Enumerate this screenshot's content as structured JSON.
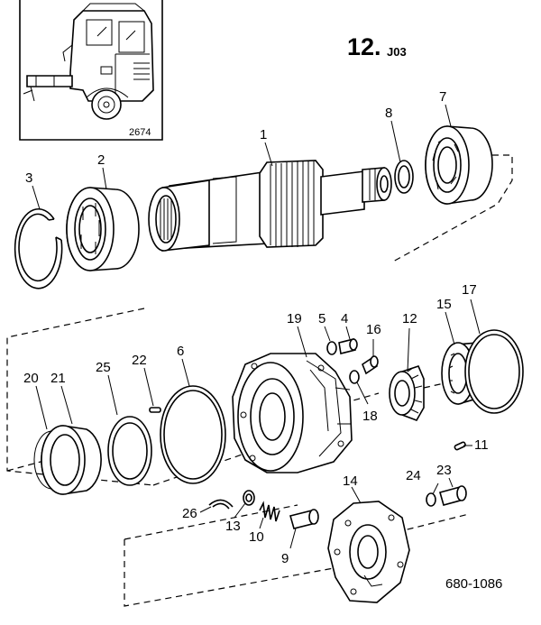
{
  "header": {
    "section": "12.",
    "sub": "J03"
  },
  "inset": {
    "ref": "2674"
  },
  "figure_ref": "680-1086",
  "callouts": [
    "1",
    "2",
    "3",
    "4",
    "5",
    "6",
    "7",
    "8",
    "9",
    "10",
    "11",
    "12",
    "13",
    "14",
    "15",
    "16",
    "17",
    "18",
    "19",
    "20",
    "21",
    "22",
    "23",
    "24",
    "25",
    "26"
  ]
}
